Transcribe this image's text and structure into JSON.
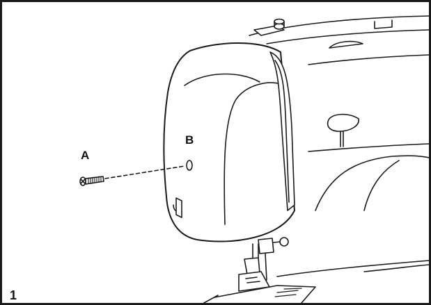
{
  "figure": {
    "number": "1",
    "labels": {
      "a": "A",
      "b": "B"
    }
  },
  "colors": {
    "line": "#1a1a1a",
    "fill": "#ffffff",
    "background": "#ffffff"
  }
}
